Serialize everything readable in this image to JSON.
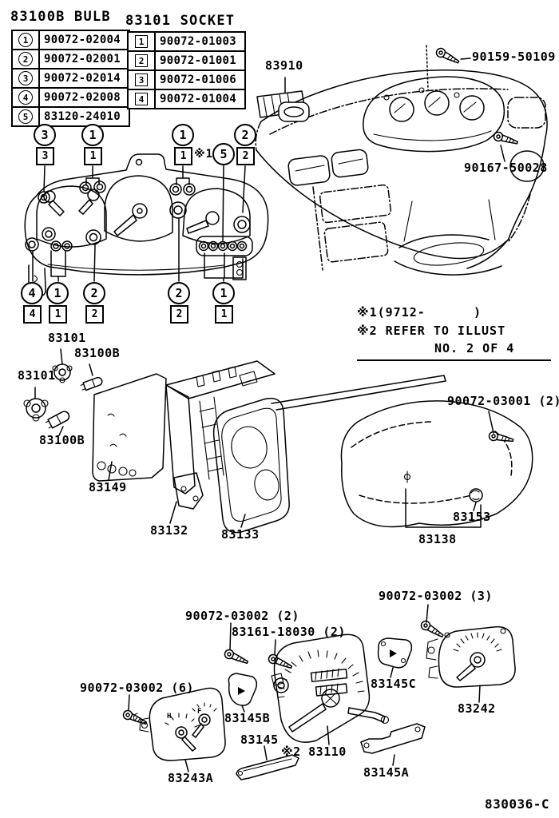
{
  "tables": {
    "bulb": {
      "title": "83100B BULB",
      "rows": [
        {
          "num": "1",
          "part": "90072-02004"
        },
        {
          "num": "2",
          "part": "90072-02001"
        },
        {
          "num": "3",
          "part": "90072-02014"
        },
        {
          "num": "4",
          "part": "90072-02008"
        },
        {
          "num": "5",
          "part": "83120-24010"
        }
      ]
    },
    "socket": {
      "title": "83101 SOCKET",
      "rows": [
        {
          "num": "1",
          "part": "90072-01003"
        },
        {
          "num": "2",
          "part": "90072-01001"
        },
        {
          "num": "3",
          "part": "90072-01006"
        },
        {
          "num": "4",
          "part": "90072-01004"
        }
      ]
    }
  },
  "callouts": {
    "top_bulbs": [
      "3",
      "1",
      "1",
      "5",
      "2"
    ],
    "top_sockets": [
      "3",
      "1",
      "1",
      "2"
    ],
    "top_note": "※1",
    "bottom_bulbs": [
      "4",
      "1",
      "2",
      "2",
      "1"
    ],
    "bottom_sockets": [
      "4",
      "1",
      "2",
      "2",
      "1"
    ]
  },
  "notes": {
    "line1": "※1(9712-      )",
    "line2": "※2 REFER TO ILLUST",
    "line3": "NO. 2 OF 4"
  },
  "parts": {
    "p83910": "83910",
    "p90159": "90159-50109",
    "p90167": "90167-50028",
    "p83101_a": "83101",
    "p83100b_a": "83100B",
    "p83101_b": "83101",
    "p83100b_b": "83100B",
    "p83149": "83149",
    "p83132": "83132",
    "p83133": "83133",
    "p90072_03001": "90072-03001 (2)",
    "p83153": "83153",
    "p83138": "83138",
    "p90072_03002_3": "90072-03002 (3)",
    "p90072_03002_2": "90072-03002 (2)",
    "p83161": "83161-18030 (2)",
    "p90072_03002_6": "90072-03002 (6)",
    "p83145c": "83145C",
    "p83242": "83242",
    "p83145b": "83145B",
    "p83145": "83145",
    "p83110": "※2 83110",
    "p83145a": "83145A",
    "p83243a": "83243A"
  },
  "footer": {
    "code": "830036-C"
  },
  "art": {
    "letters": {
      "h": "H",
      "f": "F"
    }
  }
}
